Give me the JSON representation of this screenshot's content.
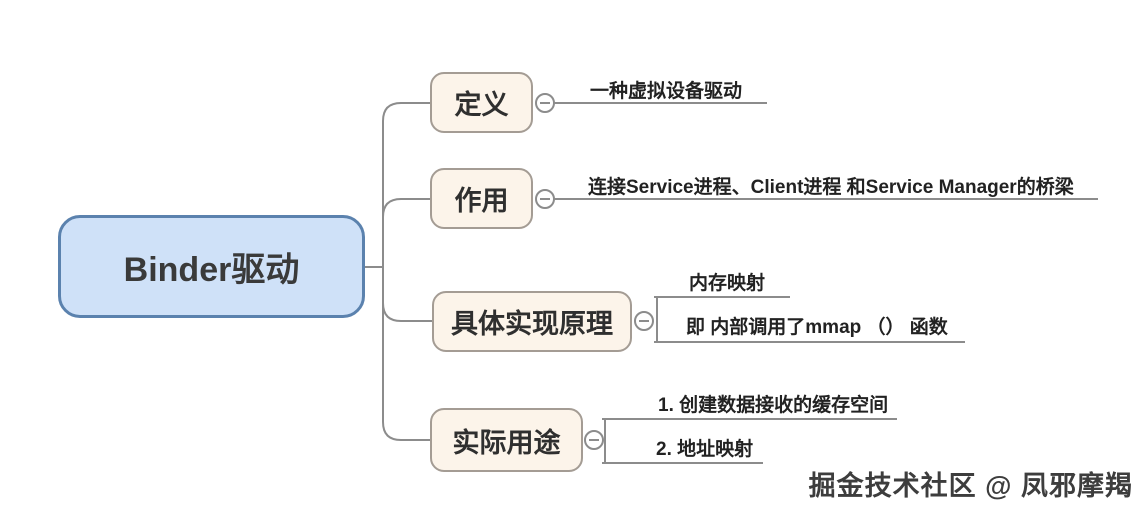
{
  "root": {
    "label": "Binder驱动"
  },
  "branches": [
    {
      "label": "定义",
      "children": [
        {
          "text": "一种虚拟设备驱动"
        }
      ]
    },
    {
      "label": "作用",
      "children": [
        {
          "text": "连接Service进程、Client进程 和Service Manager的桥梁"
        }
      ]
    },
    {
      "label": "具体实现原理",
      "children": [
        {
          "text": "内存映射"
        },
        {
          "text": "即 内部调用了mmap （） 函数"
        }
      ]
    },
    {
      "label": "实际用途",
      "children": [
        {
          "text": "1. 创建数据接收的缓存空间"
        },
        {
          "text": "2. 地址映射"
        }
      ]
    }
  ],
  "icons": {
    "collapse_icon": "minus-circle"
  },
  "colors": {
    "root_fill": "#cfe1f8",
    "root_border": "#5b82ae",
    "branch_fill": "#fcf4ea",
    "branch_border": "#a49c94",
    "line": "#8c8c8c",
    "text": "#333333"
  },
  "watermark": "掘金技术社区 @ 凤邪摩羯"
}
